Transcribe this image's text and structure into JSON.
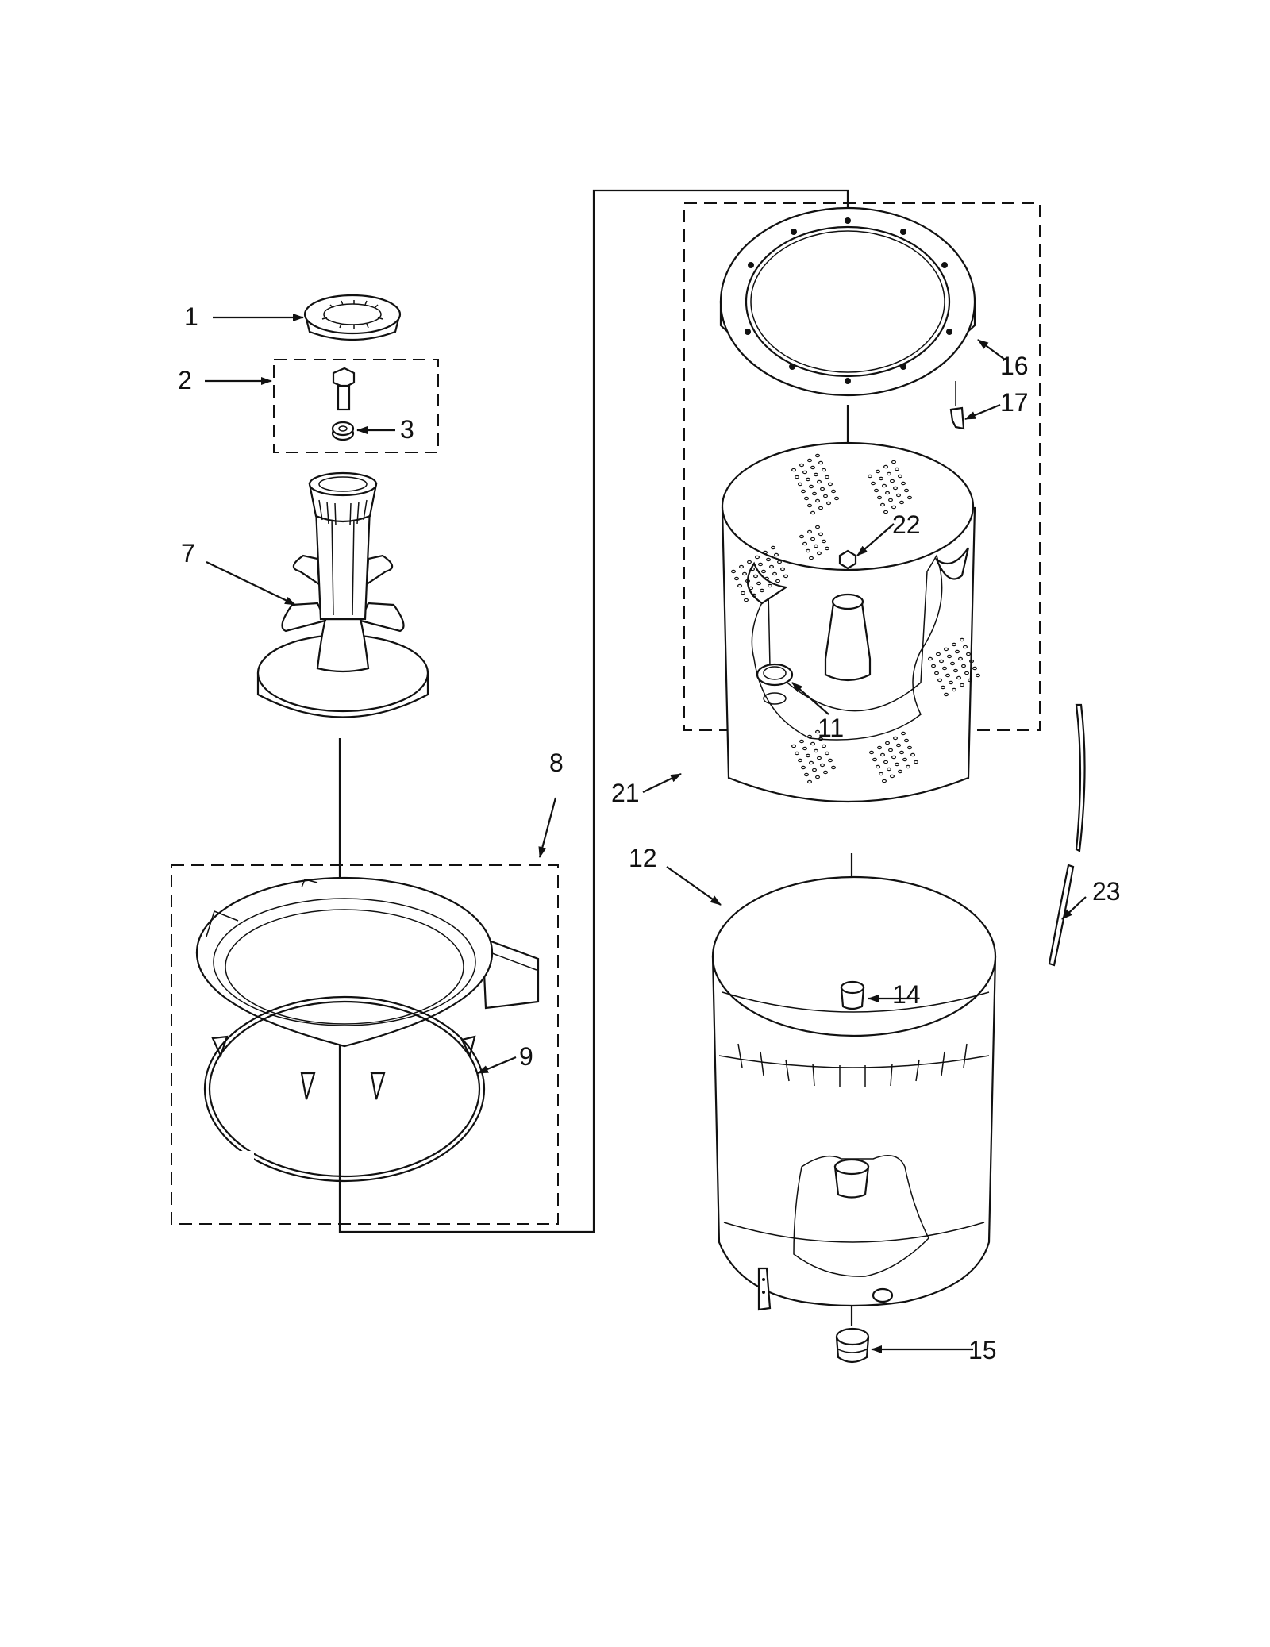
{
  "callouts": {
    "c1": "1",
    "c2": "2",
    "c3": "3",
    "c7": "7",
    "c8": "8",
    "c9": "9",
    "c11": "11",
    "c12": "12",
    "c14": "14",
    "c15": "15",
    "c16": "16",
    "c17": "17",
    "c21": "21",
    "c22": "22",
    "c23": "23"
  }
}
